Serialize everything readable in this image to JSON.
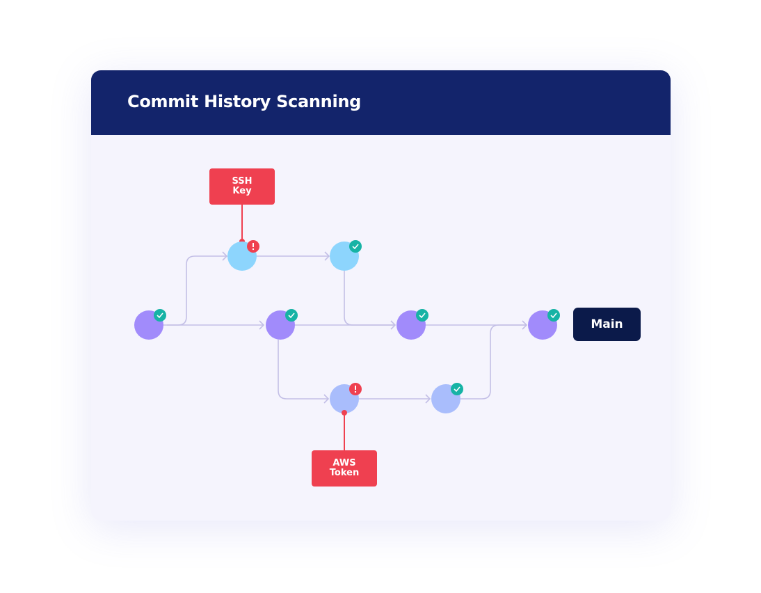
{
  "header": {
    "title": "Commit History Scanning"
  },
  "branch_label": "Main",
  "findings": [
    {
      "line1": "SSH",
      "line2": "Key",
      "commit": "B"
    },
    {
      "line1": "AWS",
      "line2": "Token",
      "commit": "G"
    }
  ],
  "colors": {
    "header": "#13246b",
    "main": "#0b1a4a",
    "alert": "#ef4050",
    "ok": "#16b3a5",
    "edge": "#c3bfe6",
    "purple": "#a18bfb",
    "lightblue": "#8dd5fd",
    "periwinkle": "#a9bdfc"
  },
  "commits": [
    {
      "id": "A",
      "status": "ok",
      "color": "purple"
    },
    {
      "id": "B",
      "status": "alert",
      "color": "lightblue"
    },
    {
      "id": "C",
      "status": "ok",
      "color": "lightblue"
    },
    {
      "id": "D",
      "status": "ok",
      "color": "purple"
    },
    {
      "id": "E",
      "status": "ok",
      "color": "purple"
    },
    {
      "id": "F",
      "status": "ok",
      "color": "purple"
    },
    {
      "id": "G",
      "status": "alert",
      "color": "periwinkle"
    },
    {
      "id": "H",
      "status": "ok",
      "color": "periwinkle"
    }
  ]
}
